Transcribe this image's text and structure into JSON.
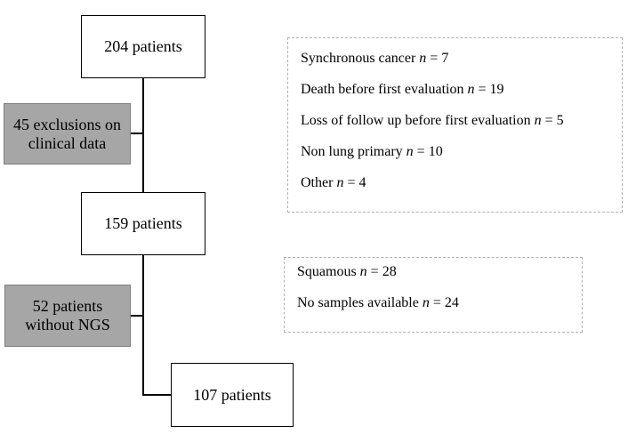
{
  "flow": {
    "step1": "204 patients",
    "step2": "159 patients",
    "step3": "107 patients"
  },
  "exclusions": {
    "first": [
      "45 exclusions on",
      "clinical data"
    ],
    "second": [
      "52 patients",
      "without NGS"
    ]
  },
  "details_first": [
    {
      "text": "Synchronous cancer",
      "n": "7"
    },
    {
      "text": "Death before first evaluation",
      "n": "19"
    },
    {
      "text": "Loss of follow up before first evaluation",
      "n": "5"
    },
    {
      "text": "Non lung primary",
      "n": "10"
    },
    {
      "text": "Other",
      "n": "4"
    }
  ],
  "details_second": [
    {
      "text": "Squamous",
      "n": "28"
    },
    {
      "text": "No samples available",
      "n": "24"
    }
  ],
  "n_symbol": "n"
}
